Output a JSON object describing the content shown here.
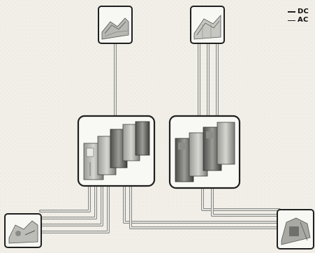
{
  "legend": {
    "dc_label": "DC",
    "ac_label": "AC"
  },
  "colors": {
    "background": "#f1efe8",
    "cable_outline": "#7a7a7a",
    "cable_fill": "#fbfbf8",
    "box_border": "#1f1f1f",
    "equipment_dark": "#6b6b6b",
    "equipment_light": "#c9c9c4"
  },
  "nodes": [
    {
      "id": "solar-panel-top-left",
      "icon": "solar-panel-icon"
    },
    {
      "id": "solar-panel-top-right",
      "icon": "solar-panel-icon"
    },
    {
      "id": "inverter-cabinet-left",
      "icon": "inverter-cabinet-icon"
    },
    {
      "id": "inverter-cabinet-right",
      "icon": "inverter-cabinet-icon"
    },
    {
      "id": "device-bottom-left",
      "icon": "equipment-icon"
    },
    {
      "id": "device-bottom-right",
      "icon": "equipment-icon"
    }
  ]
}
